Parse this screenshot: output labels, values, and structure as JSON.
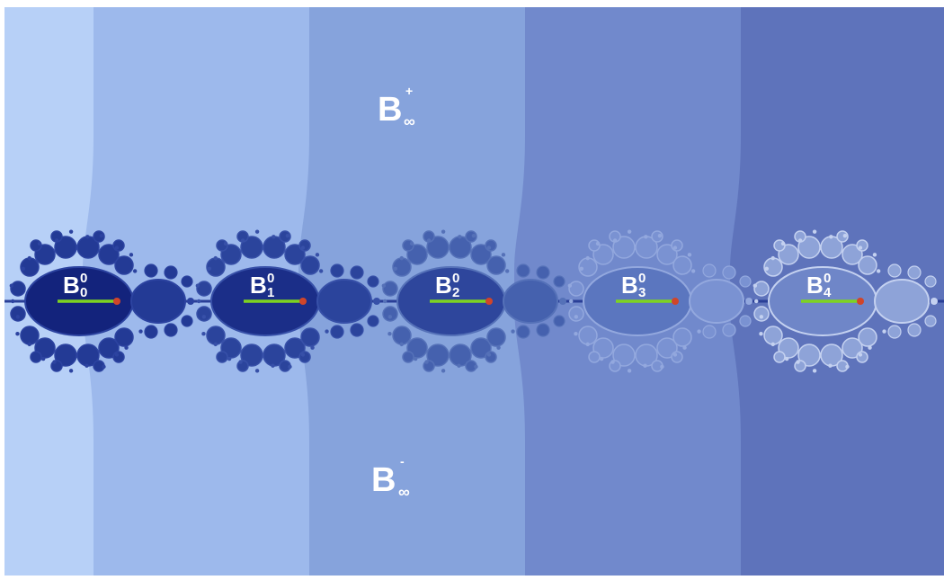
{
  "figure": {
    "background_bands": [
      "#b7d0f7",
      "#9db9ec",
      "#86a3dc",
      "#7189cc",
      "#5e73bb"
    ],
    "top_label": {
      "base": "B",
      "sup": "+",
      "sub": "∞"
    },
    "bottom_label": {
      "base": "B",
      "sup": "-",
      "sub": "∞"
    },
    "components": [
      {
        "base": "B",
        "sup": "0",
        "sub": "0",
        "fill": "#13237c",
        "cauli": "#233a95",
        "outline": "#2c43a0"
      },
      {
        "base": "B",
        "sup": "0",
        "sub": "1",
        "fill": "#1b2e88",
        "cauli": "#2b449c",
        "outline": "#3750a8"
      },
      {
        "base": "B",
        "sup": "0",
        "sub": "2",
        "fill": "#2e469c",
        "cauli": "#4561ae",
        "outline": "#5571b8"
      },
      {
        "base": "B",
        "sup": "0",
        "sub": "3",
        "fill": "#5b76bf",
        "cauli": "#7a92d2",
        "outline": "#93a8de"
      },
      {
        "base": "B",
        "sup": "0",
        "sub": "4",
        "fill": "#6f86c8",
        "cauli": "#8ea3d8",
        "outline": "#c4d1f0"
      }
    ],
    "colors": {
      "segment": "#7ed321",
      "critical_point": "#d0452a",
      "text": "#ffffff"
    }
  }
}
